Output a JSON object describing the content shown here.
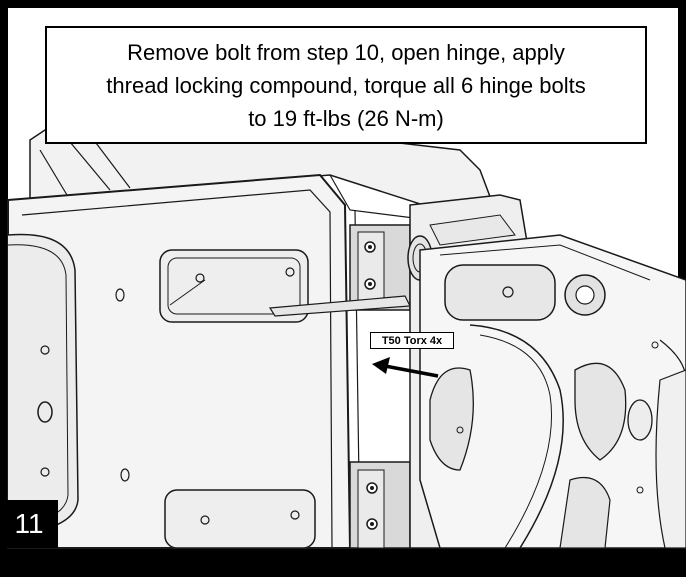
{
  "instruction": {
    "lines": [
      "Remove bolt from step 10, open hinge, apply",
      "thread locking compound, torque all 6 hinge bolts",
      "to 19 ft-lbs (26 N-m)"
    ]
  },
  "step_number": "11",
  "callout_label": "T50 Torx 4x",
  "colors": {
    "frame": "#000000",
    "door_panel": "#f3f3f3",
    "line": "#1a1a1a",
    "badge": "#000000"
  },
  "icons": [
    "tailgate-illustration",
    "hinge-illustration",
    "arrow-icon"
  ]
}
